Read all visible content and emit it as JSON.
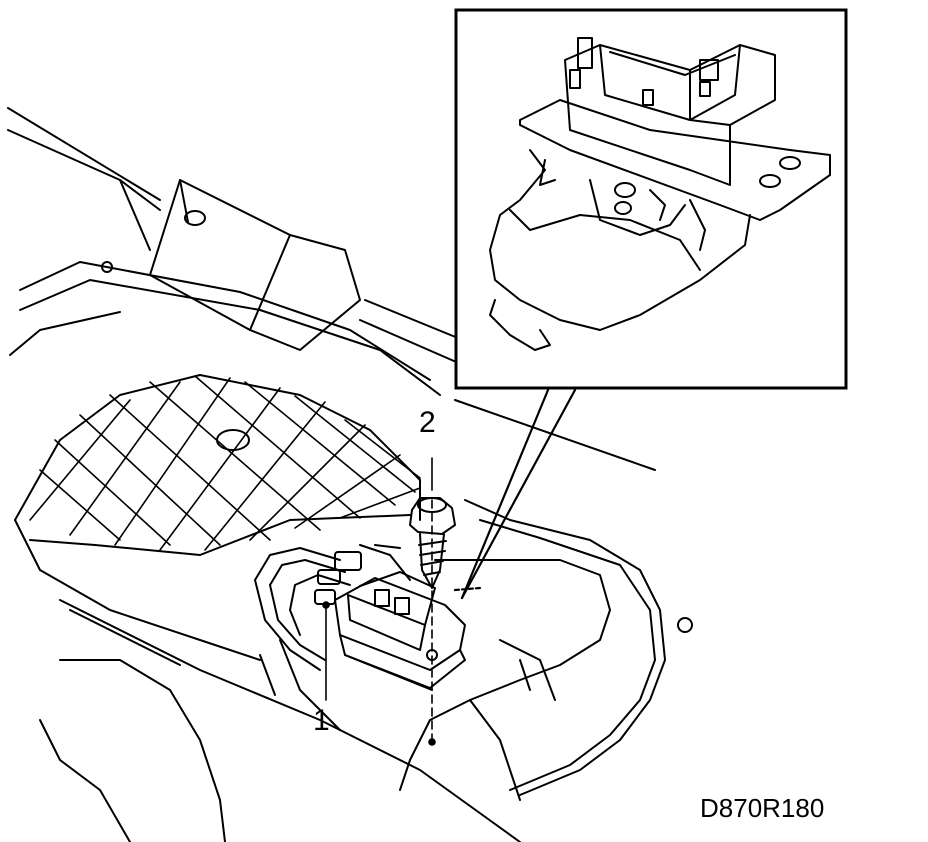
{
  "callouts": {
    "part_1": "1",
    "part_2": "2"
  },
  "figure_code": "D870R180",
  "colors": {
    "line": "#000000",
    "background": "#ffffff"
  }
}
